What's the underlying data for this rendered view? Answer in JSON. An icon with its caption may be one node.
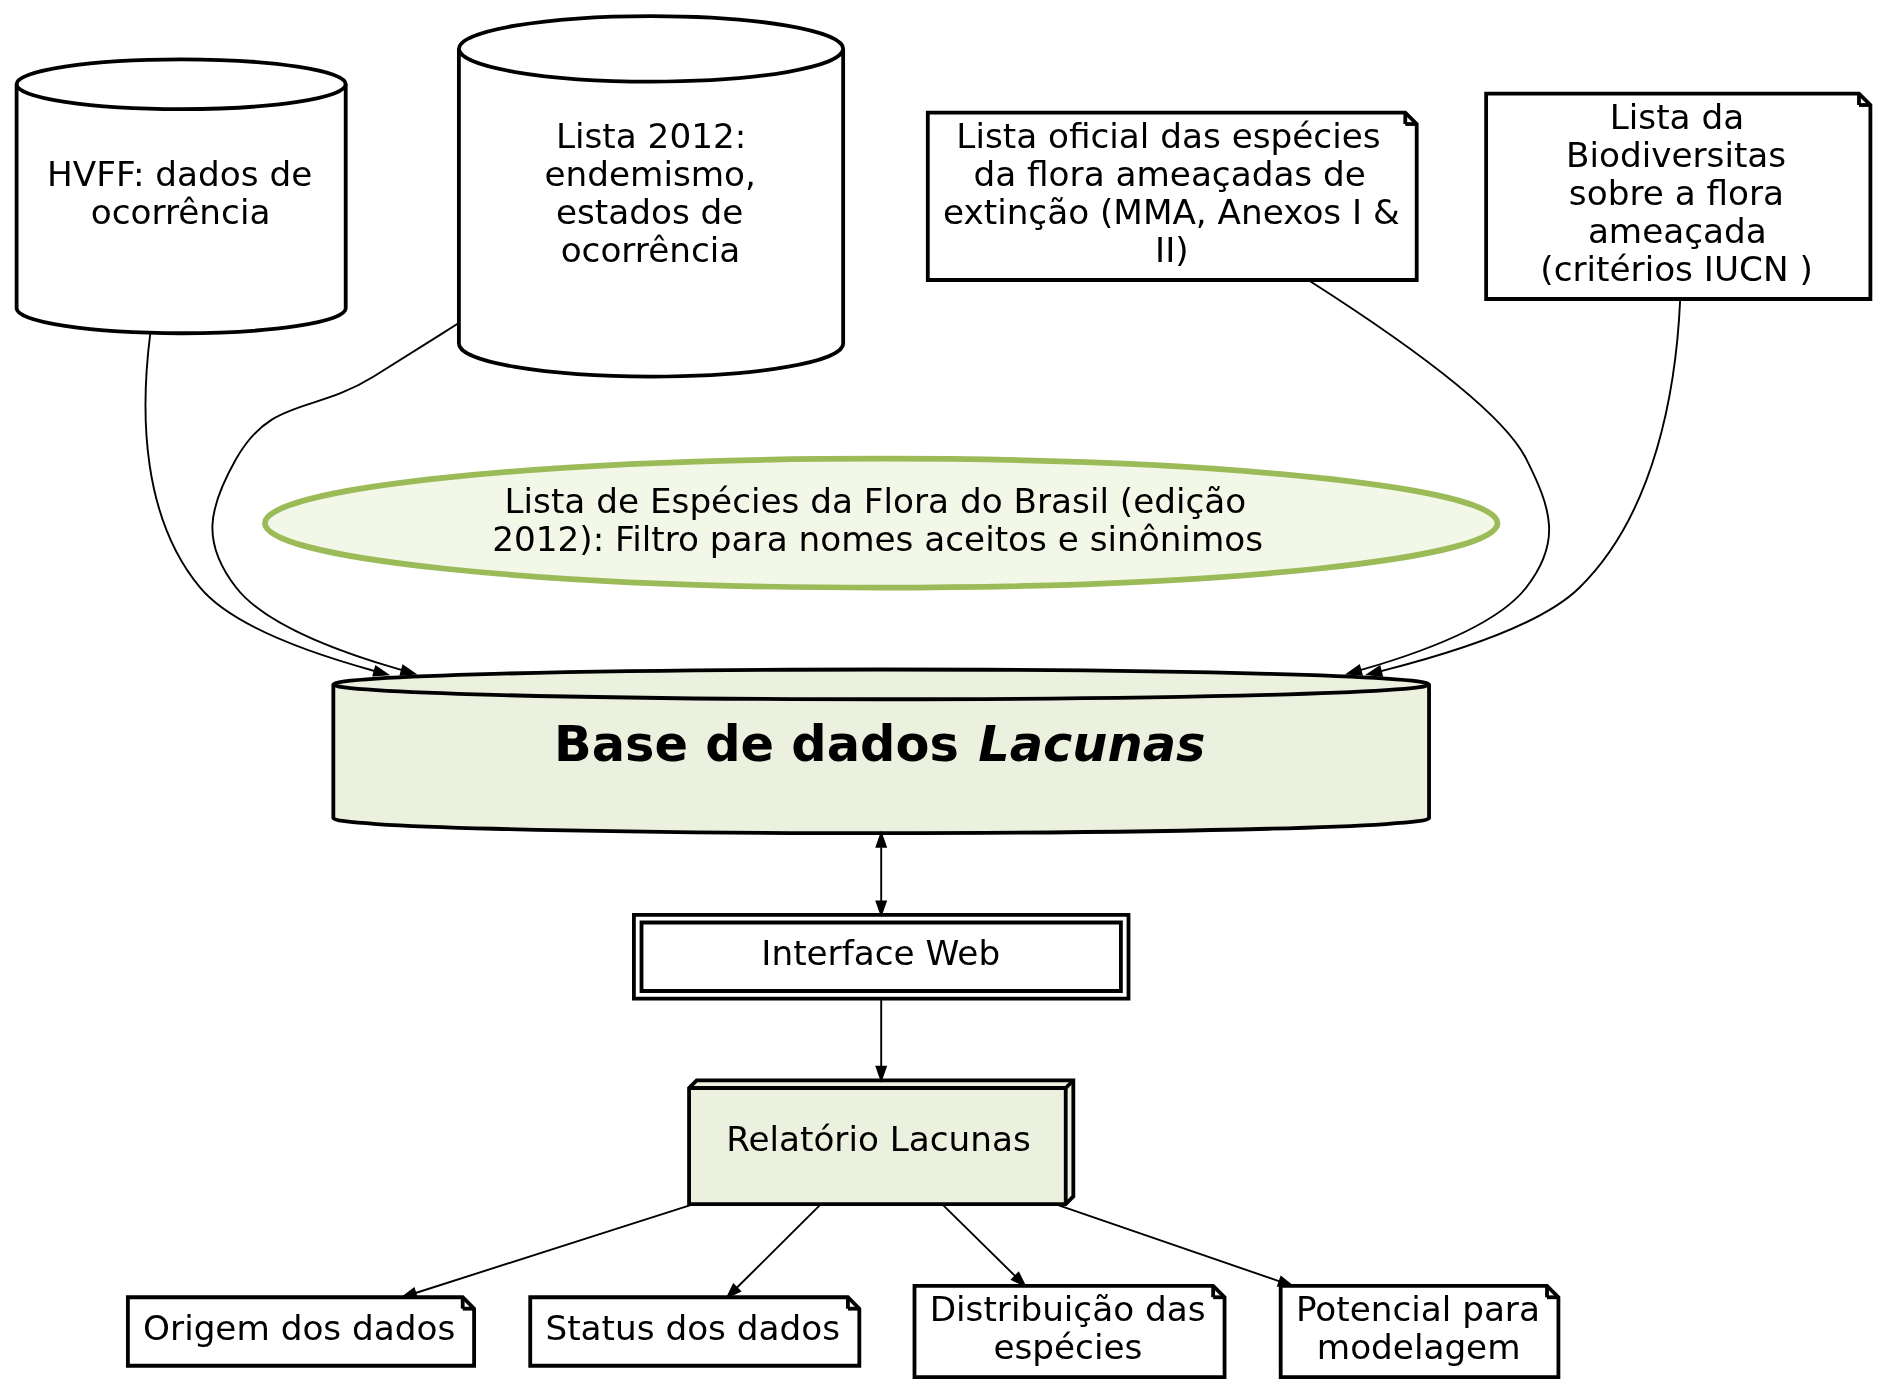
{
  "diagram": {
    "nodes": [
      {
        "text": [
          "HVFF: dados de ocorrência"
        ]
      },
      {
        "text": [
          "Lista 2012: endemismo, estados de ocorrência"
        ]
      },
      {
        "text": [
          "Lista oficial das espécies da flora ameaçadas de extinção (MMA, Anexos I & II)"
        ]
      },
      {
        "text": [
          "Lista da Biodiversitas sobre a flora ameaçada (critérios IUCN )"
        ]
      },
      {
        "text": [
          "Lista de Espécies da Flora do Brasil (edição 2012): Filtro para nomes aceitos e sinônimos"
        ]
      },
      {
        "text": [
          "Base de dados *Lacunas*"
        ]
      },
      {
        "text": [
          "Interface Web"
        ]
      },
      {
        "text": [
          "Relatório Lacunas"
        ]
      },
      {
        "text": [
          "Origem dos dados"
        ]
      },
      {
        "text": [
          "Status dos dados"
        ]
      },
      {
        "text": [
          "Distribuição das espécies"
        ]
      },
      {
        "text": [
          "Potencial para modelagem"
        ]
      }
    ],
    "edges": [
      {
        "from": 0,
        "to": 5,
        "arrow": "to"
      },
      {
        "from": 1,
        "to": 5,
        "arrow": "to"
      },
      {
        "from": 2,
        "to": 5,
        "arrow": "to"
      },
      {
        "from": 3,
        "to": 5,
        "arrow": "to"
      },
      {
        "from": 5,
        "to": 6,
        "arrow": "both"
      },
      {
        "from": 6,
        "to": 7,
        "arrow": "to"
      },
      {
        "from": 7,
        "to": 8,
        "arrow": "to"
      },
      {
        "from": 7,
        "to": 9,
        "arrow": "to"
      },
      {
        "from": 7,
        "to": 10,
        "arrow": "to"
      },
      {
        "from": 7,
        "to": 11,
        "arrow": "to"
      }
    ]
  }
}
